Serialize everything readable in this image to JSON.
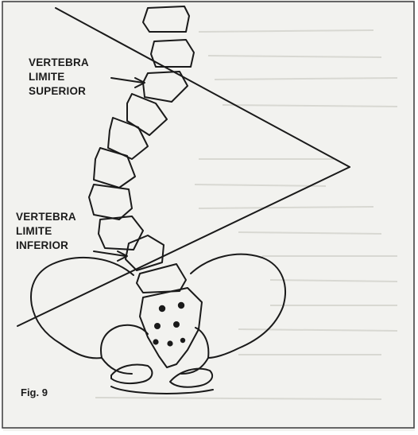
{
  "diagram": {
    "upper_label": {
      "line1": "VERTEBRA",
      "line2": "LIMITE",
      "line3": "SUPERIOR"
    },
    "lower_label": {
      "line1": "VERTEBRA",
      "line2": "LIMITE",
      "line3": "INFERIOR"
    },
    "figure_caption": "Fig. 9"
  }
}
